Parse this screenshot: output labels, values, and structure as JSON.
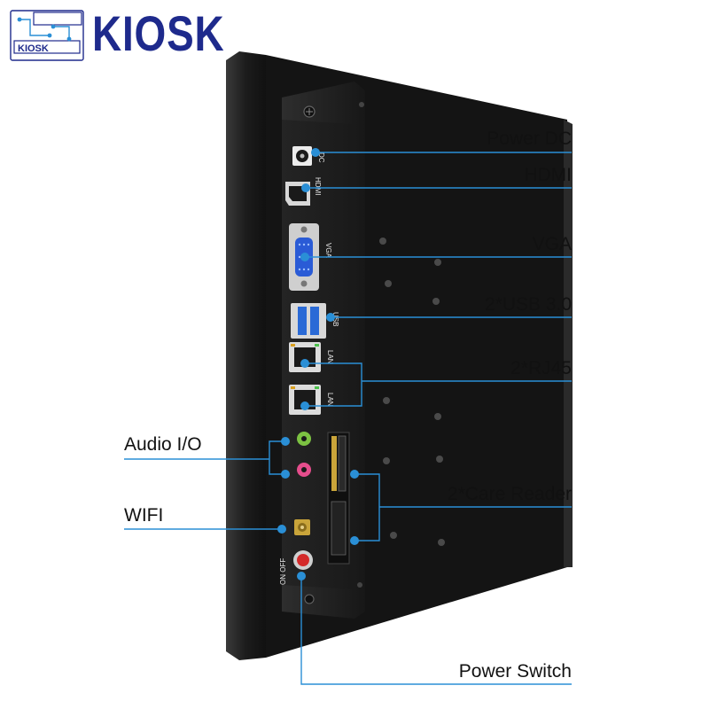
{
  "brand": {
    "name": "KIOSK",
    "badge_text": "KIOSK",
    "color": "#1e2a8c"
  },
  "port_labels": {
    "dc": "DC",
    "hdmi": "HDMI",
    "vga": "VGA",
    "usb": "USB",
    "lan1": "LAN",
    "lan2": "LAN",
    "on_off": "ON OFF"
  },
  "callouts": {
    "power_dc": "Power DC",
    "hdmi": "HDMI",
    "vga": "VGA",
    "usb": "2*USB 3.0",
    "rj45": "2*RJ45",
    "audio": "Audio I/O",
    "card_reader": "2*Care Reader",
    "wifi": "WIFI",
    "power_switch": "Power Switch"
  },
  "colors": {
    "leader_line": "#2a8fd6",
    "dot": "#2a8fd6",
    "device_body": "#1b1b1b",
    "rear_panel": "#2b2b2b",
    "usb_blue": "#2a6ad6",
    "audio_green": "#7cc242",
    "audio_pink": "#e54d8c",
    "antenna_gold": "#c9a43a",
    "power_red": "#d42a2a"
  }
}
